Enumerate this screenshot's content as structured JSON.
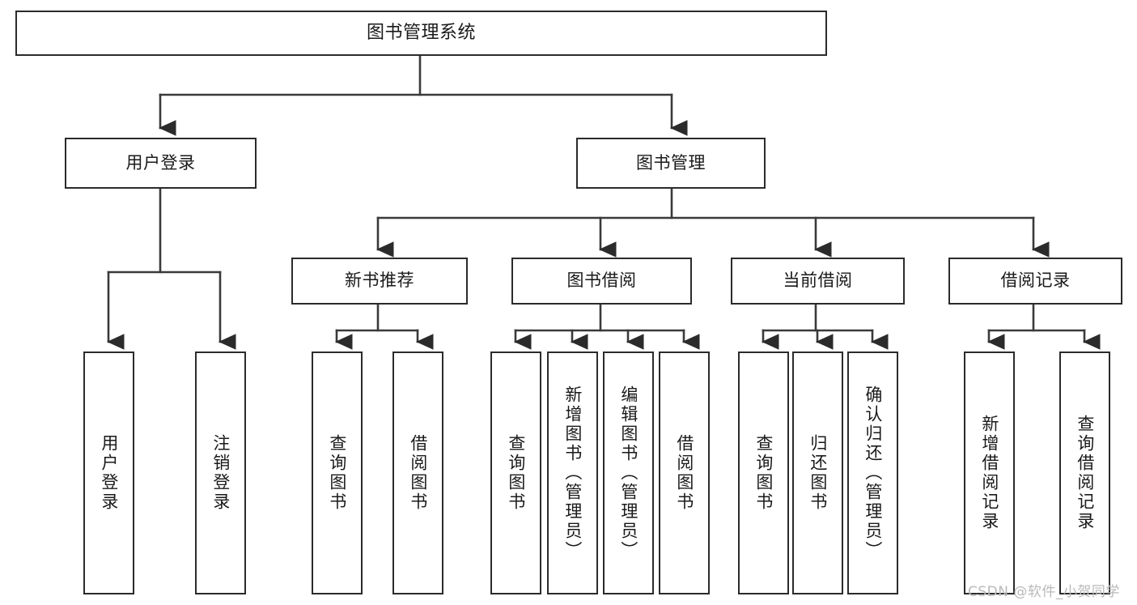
{
  "diagram": {
    "title": "图书管理系统",
    "type": "tree-structure-chart",
    "colors": {
      "node_border": "#2b2b2b",
      "node_fill": "#ffffff",
      "edge": "#3a3a3a",
      "background": "#ffffff",
      "watermark": "#b9b9b9"
    },
    "nodes": {
      "root": {
        "label": "图书管理系统"
      },
      "level2": [
        {
          "label": "用户登录"
        },
        {
          "label": "图书管理"
        }
      ],
      "level3": [
        {
          "label": "新书推荐"
        },
        {
          "label": "图书借阅"
        },
        {
          "label": "当前借阅"
        },
        {
          "label": "借阅记录"
        }
      ],
      "leaves_user_login": [
        {
          "label": "用户登录"
        },
        {
          "label": "注销登录"
        }
      ],
      "leaves_new_book": [
        {
          "label": "查询图书"
        },
        {
          "label": "借阅图书"
        }
      ],
      "leaves_borrow": [
        {
          "label": "查询图书"
        },
        {
          "label": "新增图书（管理员）"
        },
        {
          "label": "编辑图书（管理员）"
        },
        {
          "label": "借阅图书"
        }
      ],
      "leaves_current": [
        {
          "label": "查询图书"
        },
        {
          "label": "归还图书"
        },
        {
          "label": "确认归还（管理员）"
        }
      ],
      "leaves_records": [
        {
          "label": "新增借阅记录"
        },
        {
          "label": "查询借阅记录"
        }
      ]
    },
    "watermark": "CSDN @软件_小贺同学"
  }
}
